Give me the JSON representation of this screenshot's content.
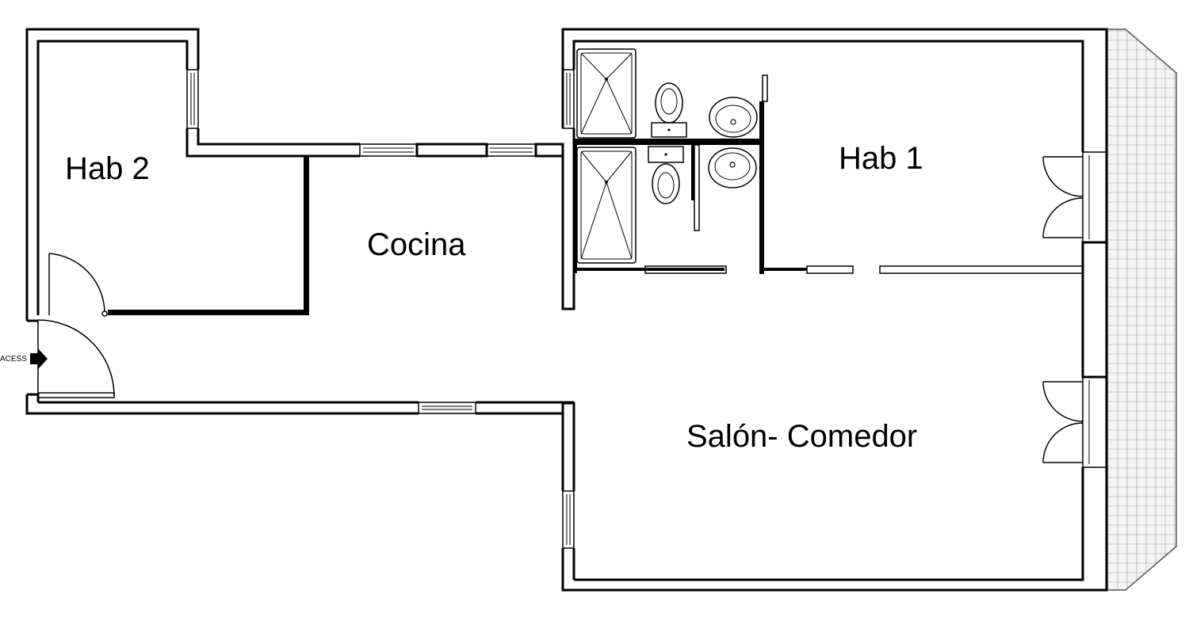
{
  "rooms": {
    "hab2": "Hab 2",
    "cocina": "Cocina",
    "hab1": "Hab 1",
    "salon": "Salón- Comedor"
  },
  "entrance": {
    "label": "ACESS"
  }
}
